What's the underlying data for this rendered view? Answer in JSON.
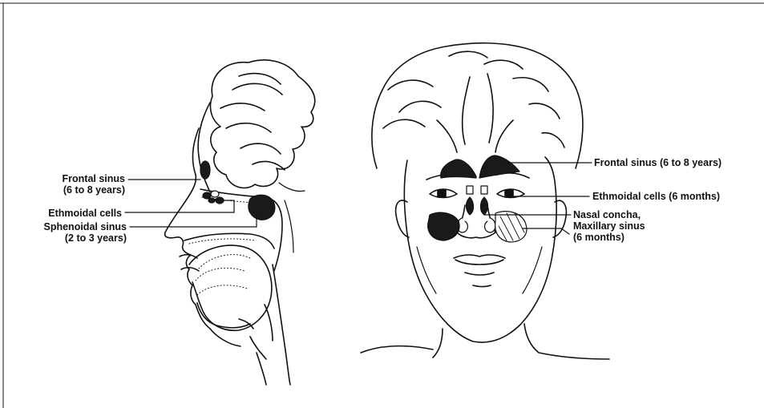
{
  "left_labels": {
    "frontal_sinus": "Frontal sinus",
    "frontal_sinus_age": "(6 to 8 years)",
    "ethmoidal_cells": "Ethmoidal cells",
    "sphenoidal_sinus": "Sphenoidal sinus",
    "sphenoidal_sinus_age": "(2 to 3 years)"
  },
  "right_labels": {
    "frontal_sinus": "Frontal sinus (6 to 8 years)",
    "ethmoidal_cells": "Ethmoidal cells (6 months)",
    "nasal_concha": "Nasal concha,",
    "maxillary_sinus": "Maxillary sinus",
    "maxillary_sinus_age": "(6 months)"
  },
  "colors": {
    "line": "#111111",
    "sinus_fill": "#1a1a1a",
    "background": "#ffffff"
  }
}
